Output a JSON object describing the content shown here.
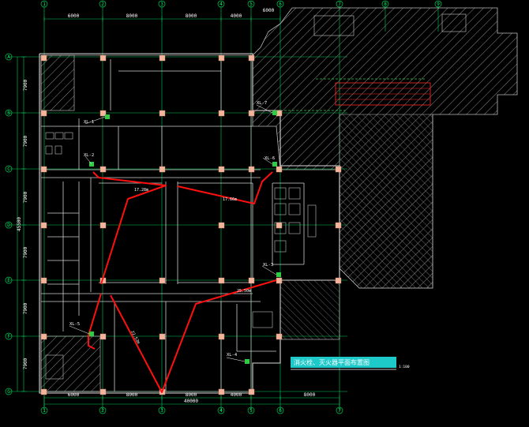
{
  "drawing": {
    "title_block": {
      "title": "消火栓、灭火器平面布置图",
      "scale": "1:100"
    },
    "grid_axes": {
      "columns": [
        "1",
        "2",
        "3",
        "4",
        "5",
        "6",
        "7",
        "8",
        "9"
      ],
      "rows": [
        "A",
        "B",
        "C",
        "D",
        "E",
        "F",
        "G"
      ]
    },
    "dimensions": {
      "top": [
        "6000",
        "8000",
        "8000",
        "4000",
        "6000"
      ],
      "bottom": [
        "6000",
        "8000",
        "8000",
        "4000",
        "8000"
      ],
      "bottom_total": "40000",
      "left": [
        "7900",
        "7900",
        "7900",
        "7900",
        "7900",
        "7900"
      ],
      "left_total": "45500"
    },
    "hydrants": [
      {
        "id": "XL-1"
      },
      {
        "id": "XL-2"
      },
      {
        "id": "XL-3"
      },
      {
        "id": "XL-4"
      },
      {
        "id": "XL-5"
      },
      {
        "id": "XL-6"
      },
      {
        "id": "XL-7"
      }
    ],
    "coverage_lengths": [
      "17.28m",
      "17.66m",
      "22.53m",
      "25.50m"
    ],
    "colors": {
      "background": "#000000",
      "wall": "#d9d9d9",
      "grid": "#00ff66",
      "hatch": "#9a9a9a",
      "column": "#f4b39b",
      "coverage_path": "#ff1010",
      "title_bg": "#1ec9c9",
      "hydrant": "#2ecc40"
    }
  }
}
